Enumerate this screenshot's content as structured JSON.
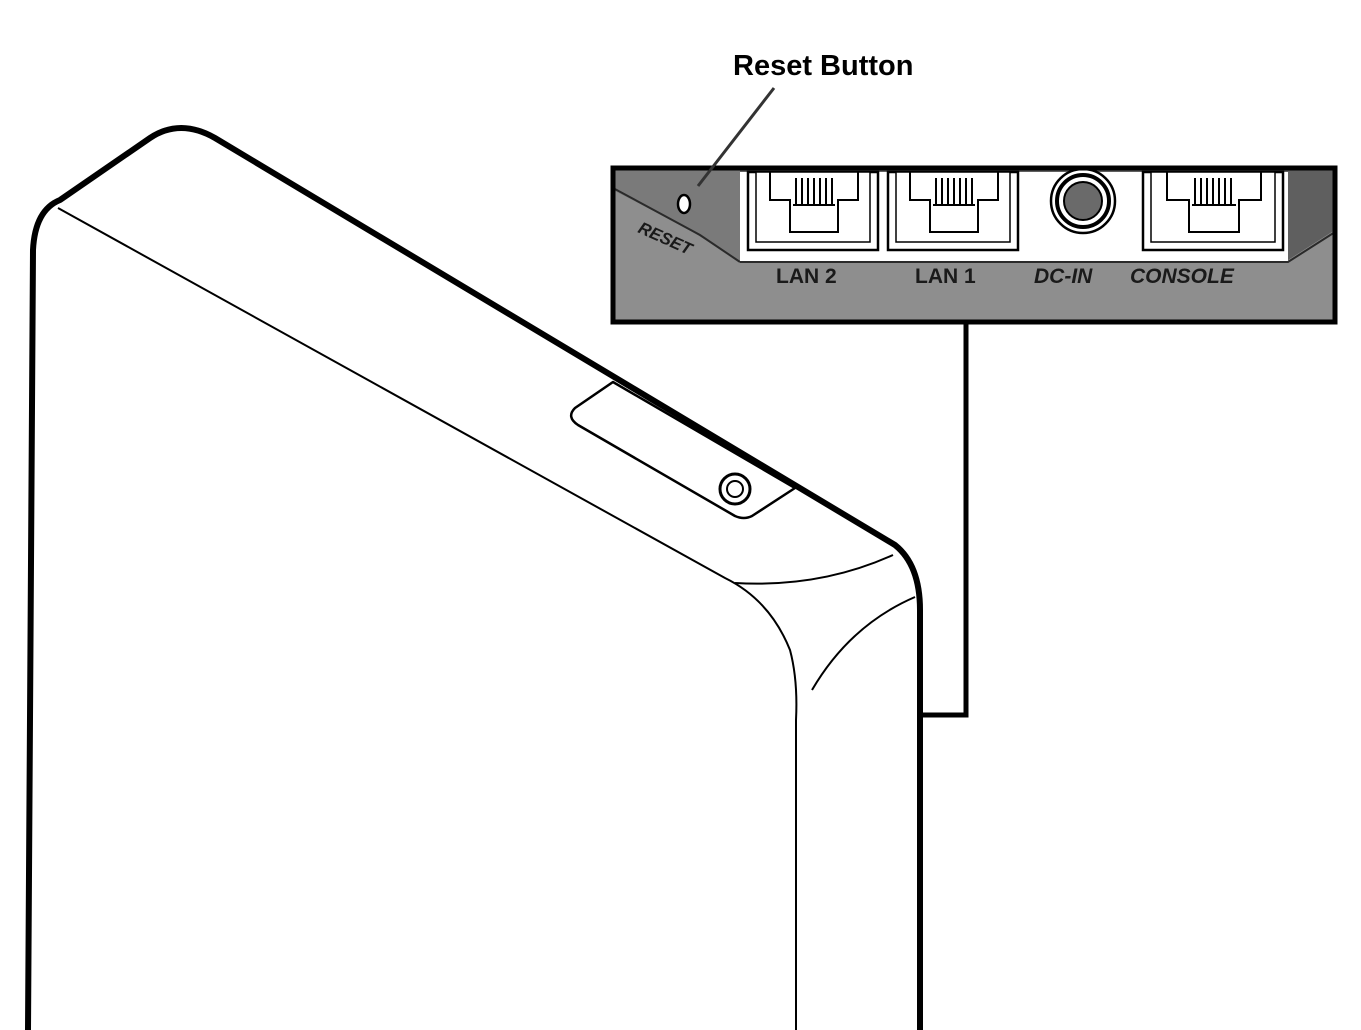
{
  "callout": {
    "title": "Reset Button"
  },
  "inset": {
    "reset_tag": "RESET",
    "ports": [
      {
        "label": "LAN 2",
        "kind": "rj45-jack"
      },
      {
        "label": "LAN 1",
        "kind": "rj45-jack"
      },
      {
        "label": "DC-IN",
        "kind": "dc-power-jack"
      },
      {
        "label": "CONSOLE",
        "kind": "rj45-jack"
      }
    ]
  },
  "colors": {
    "outline": "#000000",
    "panel_gray": "#8c8c8c",
    "panel_dark": "#5a5a5a",
    "background": "#ffffff"
  }
}
